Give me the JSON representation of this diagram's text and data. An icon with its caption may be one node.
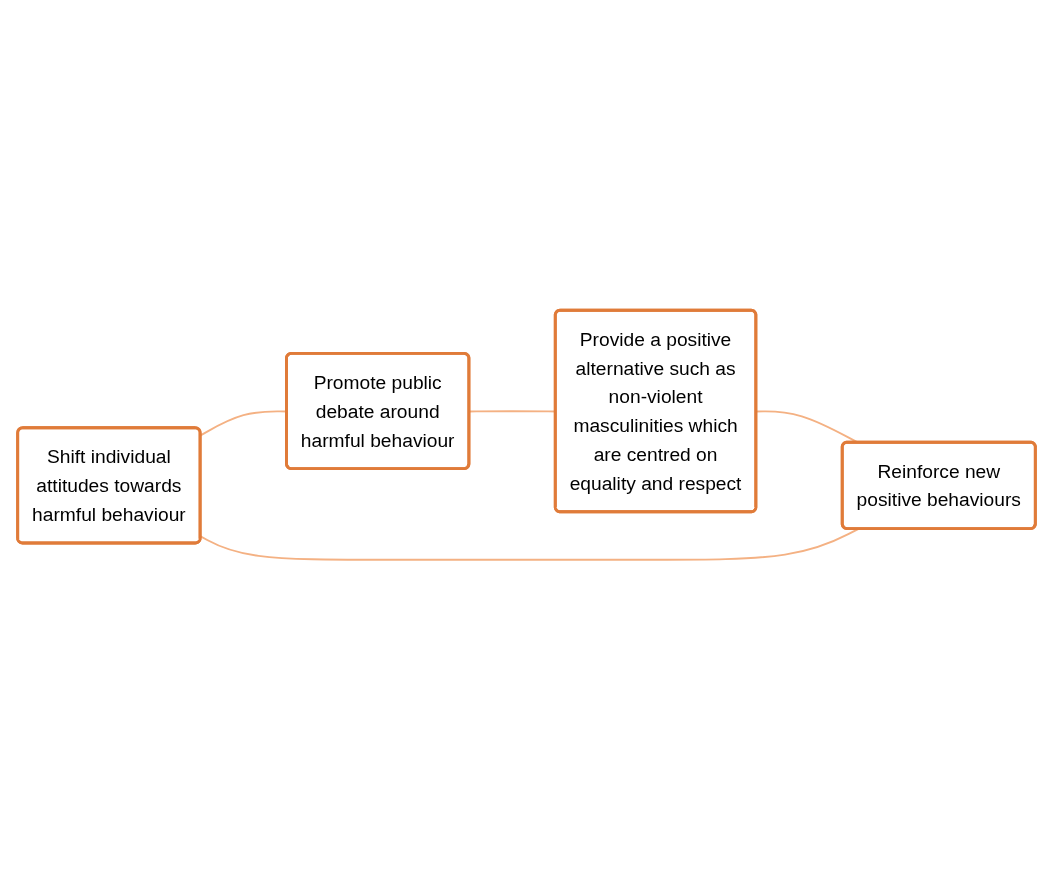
{
  "diagram": {
    "nodes": [
      {
        "text": [
          "Shift individual attitudes towards harmful behaviour"
        ]
      },
      {
        "text": [
          "Promote public debate around harmful behaviour"
        ]
      },
      {
        "text": [
          "Provide a positive alternative such as non-violent masculinities which are centred on equality and respect"
        ]
      },
      {
        "text": [
          "Reinforce new positive behaviours"
        ]
      }
    ],
    "edges": [
      {
        "from": 0,
        "to": 1,
        "arrow": "none"
      },
      {
        "from": 1,
        "to": 2,
        "arrow": "none"
      },
      {
        "from": 2,
        "to": 3,
        "arrow": "none"
      },
      {
        "from": 3,
        "to": 0,
        "arrow": "none"
      }
    ]
  }
}
